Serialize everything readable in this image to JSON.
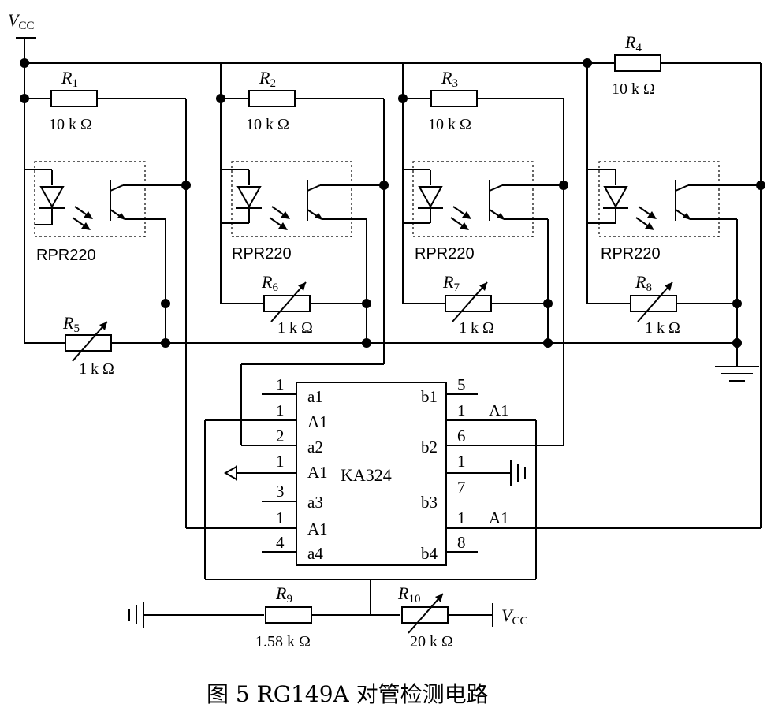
{
  "supply": {
    "vcc_top": "V",
    "vcc_top_sub": "CC",
    "vcc_right": "V",
    "vcc_right_sub": "CC"
  },
  "resistors": {
    "r1": {
      "name": "R",
      "sub": "1",
      "value": "10 k Ω"
    },
    "r2": {
      "name": "R",
      "sub": "2",
      "value": "10 k Ω"
    },
    "r3": {
      "name": "R",
      "sub": "3",
      "value": "10 k Ω"
    },
    "r4": {
      "name": "R",
      "sub": "4",
      "value": "10 k Ω"
    },
    "r5": {
      "name": "R",
      "sub": "5",
      "value": "1 k Ω"
    },
    "r6": {
      "name": "R",
      "sub": "6",
      "value": "1 k Ω"
    },
    "r7": {
      "name": "R",
      "sub": "7",
      "value": "1 k Ω"
    },
    "r8": {
      "name": "R",
      "sub": "8",
      "value": "1 k Ω"
    },
    "r9": {
      "name": "R",
      "sub": "9",
      "value": "1.58 k Ω"
    },
    "r10": {
      "name": "R",
      "sub": "10",
      "value": "20 k Ω"
    }
  },
  "sensors": [
    "RPR220",
    "RPR220",
    "RPR220",
    "RPR220"
  ],
  "ic": {
    "name": "KA324",
    "left_pins": [
      {
        "num": "1",
        "label": "a1"
      },
      {
        "num": "1",
        "label": "A1"
      },
      {
        "num": "2",
        "label": "a2"
      },
      {
        "num": "1",
        "label": "A1"
      },
      {
        "num": "3",
        "label": "a3"
      },
      {
        "num": "1",
        "label": "A1"
      },
      {
        "num": "4",
        "label": "a4"
      }
    ],
    "right_pins": [
      {
        "num": "5",
        "label": "b1",
        "ext": ""
      },
      {
        "num": "1",
        "label": "",
        "ext": "A1"
      },
      {
        "num": "6",
        "label": "b2",
        "ext": ""
      },
      {
        "num": "1",
        "label": "",
        "ext": ""
      },
      {
        "num": "7",
        "label": "b3",
        "ext": ""
      },
      {
        "num": "1",
        "label": "",
        "ext": "A1"
      },
      {
        "num": "8",
        "label": "b4",
        "ext": ""
      }
    ]
  },
  "caption": "图 5   RG149A 对管检测电路"
}
